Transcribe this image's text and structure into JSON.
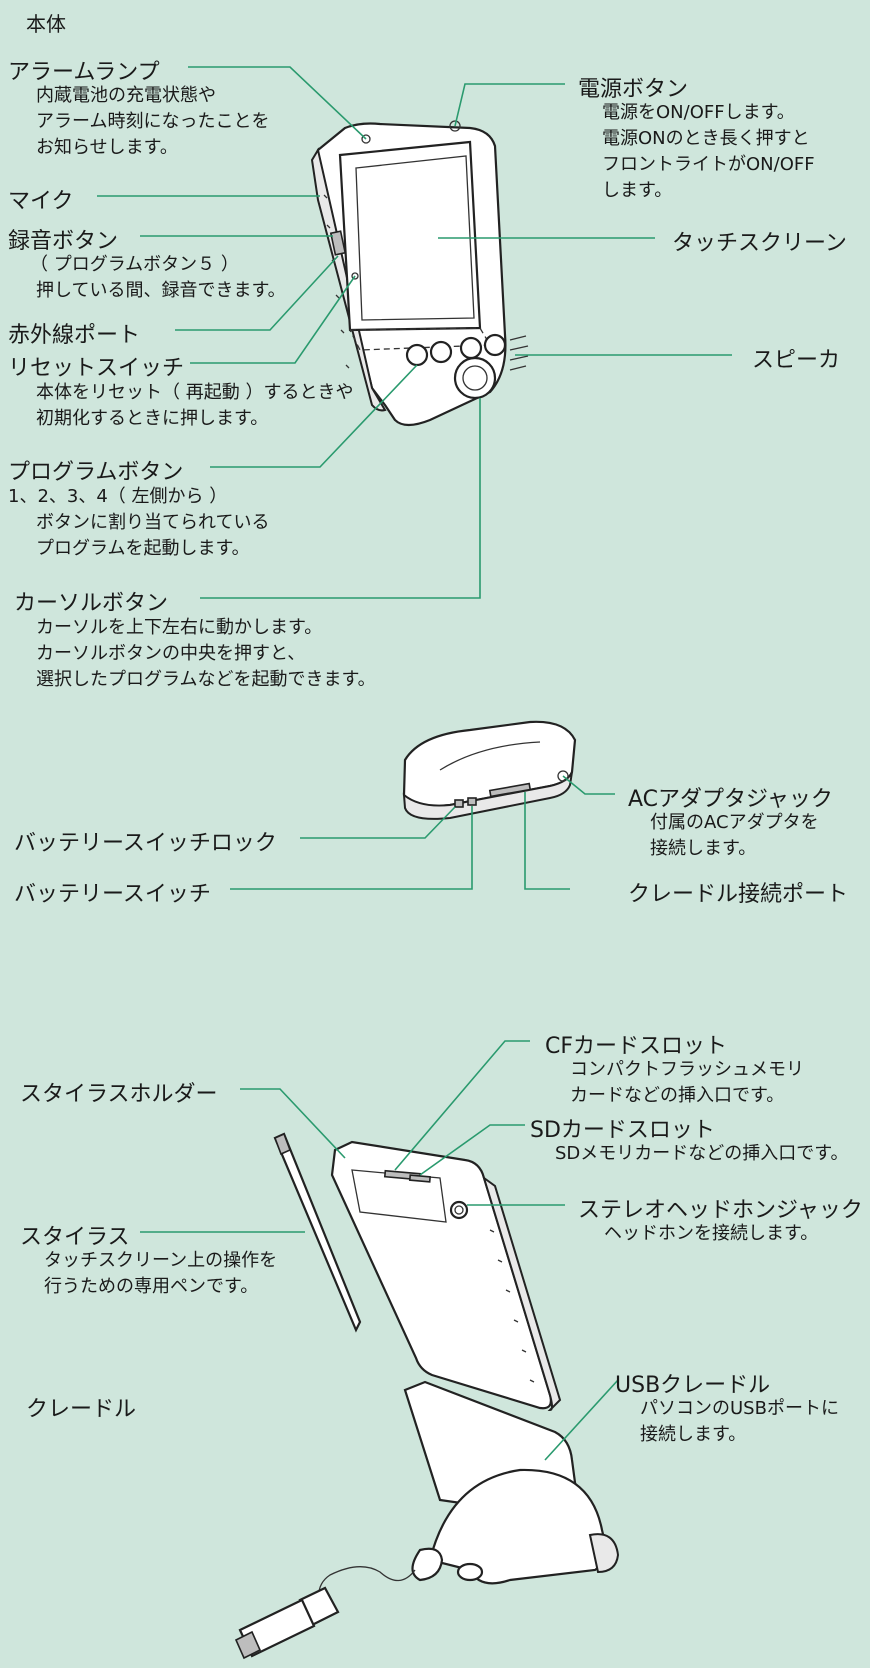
{
  "main_unit": {
    "title": "本体",
    "alarm_lamp": {
      "label": "アラームランプ",
      "desc": [
        "内蔵電池の充電状態や",
        "アラーム時刻になったことを",
        "お知らせします。"
      ]
    },
    "mic": {
      "label": "マイク"
    },
    "record_button": {
      "label": "録音ボタン",
      "desc": [
        "（ プログラムボタン５ ）",
        "押している間、録音できます。"
      ]
    },
    "ir_port": {
      "label": "赤外線ポート"
    },
    "reset_switch": {
      "label": "リセットスイッチ",
      "desc": [
        "本体をリセット（ 再起動 ）するときや",
        "初期化するときに押します。"
      ]
    },
    "program_buttons": {
      "label": "プログラムボタン",
      "desc": [
        "1、2、3、4（ 左側から ）",
        "ボタンに割り当てられている",
        "プログラムを起動します。"
      ]
    },
    "cursor_button": {
      "label": "カーソルボタン",
      "desc": [
        "カーソルを上下左右に動かします。",
        "カーソルボタンの中央を押すと、",
        "選択したプログラムなどを起動できます。"
      ]
    },
    "power_button": {
      "label": "電源ボタン",
      "desc": [
        "電源をON/OFFします。",
        "電源ONのとき長く押すと",
        "フロントライトがON/OFF",
        "します。"
      ]
    },
    "touch_screen": {
      "label": "タッチスクリーン"
    },
    "speaker": {
      "label": "スピーカ"
    }
  },
  "bottom_view": {
    "battery_switch_lock": {
      "label": "バッテリースイッチロック"
    },
    "battery_switch": {
      "label": "バッテリースイッチ"
    },
    "ac_adapter_jack": {
      "label": "ACアダプタジャック",
      "desc": [
        "付属のACアダプタを",
        "接続します。"
      ]
    },
    "cradle_port": {
      "label": "クレードル接続ポート"
    }
  },
  "back_view": {
    "stylus_holder": {
      "label": "スタイラスホルダー"
    },
    "stylus": {
      "label": "スタイラス",
      "desc": [
        "タッチスクリーン上の操作を",
        "行うための専用ペンです。"
      ]
    },
    "cf_slot": {
      "label": "CFカードスロット",
      "desc": [
        "コンパクトフラッシュメモリ",
        "カードなどの挿入口です。"
      ]
    },
    "sd_slot": {
      "label": "SDカードスロット",
      "desc": [
        "SDメモリカードなどの挿入口です。"
      ]
    },
    "headphone_jack": {
      "label": "ステレオヘッドホンジャック",
      "desc": [
        "ヘッドホンを接続します。"
      ]
    },
    "cradle_title": "クレードル",
    "usb_cradle": {
      "label": "USBクレードル",
      "desc": [
        "パソコンのUSBポートに",
        "接続します。"
      ]
    }
  }
}
